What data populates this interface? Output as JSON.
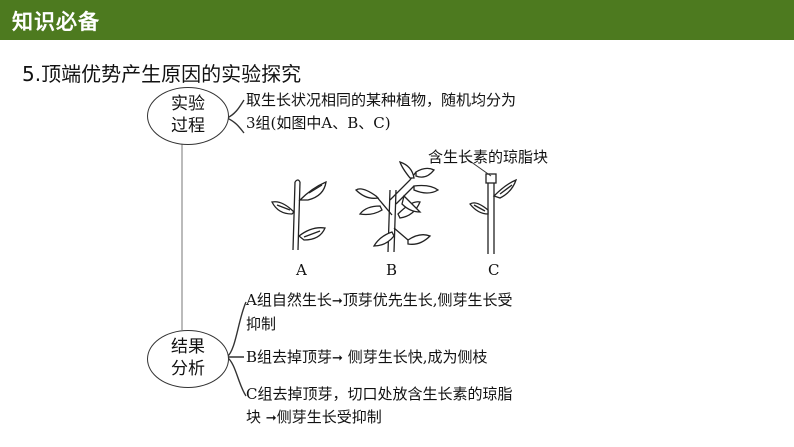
{
  "header": {
    "title": "知识必备"
  },
  "section": {
    "heading": "5.顶端优势产生原因的实验探究"
  },
  "process": {
    "label_line1": "实验",
    "label_line2": "过程",
    "text_line1": "取生长状况相同的某种植物，随机均分为",
    "text_line2": "3组(如图中A、B、C)",
    "agar_label": "含生长素的琼脂块",
    "plant_labels": [
      "A",
      "B",
      "C"
    ]
  },
  "result": {
    "label_line1": "结果",
    "label_line2": "分析",
    "a_line1_pre": "A组自然生长",
    "a_line1_post": "顶芽优先生长,侧芽生长受",
    "a_line2": "抑制",
    "b_pre": "B组去掉顶芽",
    "b_post": " 侧芽生长快,成为侧枝",
    "c_line1": "C组去掉顶芽，切口处放含生长素的琼脂",
    "c_line2_pre": "块",
    "c_line2_post": "侧芽生长受抑制",
    "arrow_glyph": "➞"
  }
}
